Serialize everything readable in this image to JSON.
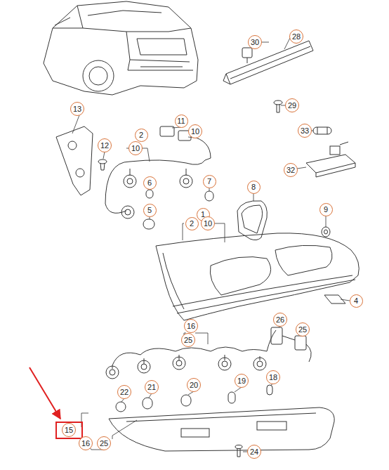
{
  "diagram": {
    "nodes": [
      {
        "text": [
          "30"
        ]
      },
      {
        "text": [
          "28"
        ]
      },
      {
        "text": [
          "29"
        ]
      },
      {
        "text": [
          "33"
        ]
      },
      {
        "text": [
          "32"
        ]
      },
      {
        "text": [
          "13"
        ]
      },
      {
        "text": [
          "2"
        ]
      },
      {
        "text": [
          "11"
        ]
      },
      {
        "text": [
          "10"
        ]
      },
      {
        "text": [
          "10"
        ]
      },
      {
        "text": [
          "12"
        ]
      },
      {
        "text": [
          "6"
        ]
      },
      {
        "text": [
          "7"
        ]
      },
      {
        "text": [
          "5"
        ]
      },
      {
        "text": [
          "8"
        ]
      },
      {
        "text": [
          "9"
        ]
      },
      {
        "text": [
          "1"
        ]
      },
      {
        "text": [
          "2"
        ]
      },
      {
        "text": [
          "10"
        ]
      },
      {
        "text": [
          "4"
        ]
      },
      {
        "text": [
          "16"
        ]
      },
      {
        "text": [
          "26"
        ]
      },
      {
        "text": [
          "25"
        ]
      },
      {
        "text": [
          "25"
        ]
      },
      {
        "text": [
          "18"
        ]
      },
      {
        "text": [
          "22"
        ]
      },
      {
        "text": [
          "21"
        ]
      },
      {
        "text": [
          "20"
        ]
      },
      {
        "text": [
          "19"
        ]
      },
      {
        "text": [
          "15"
        ]
      },
      {
        "text": [
          "16"
        ]
      },
      {
        "text": [
          "25"
        ]
      },
      {
        "text": [
          "24"
        ]
      }
    ]
  }
}
